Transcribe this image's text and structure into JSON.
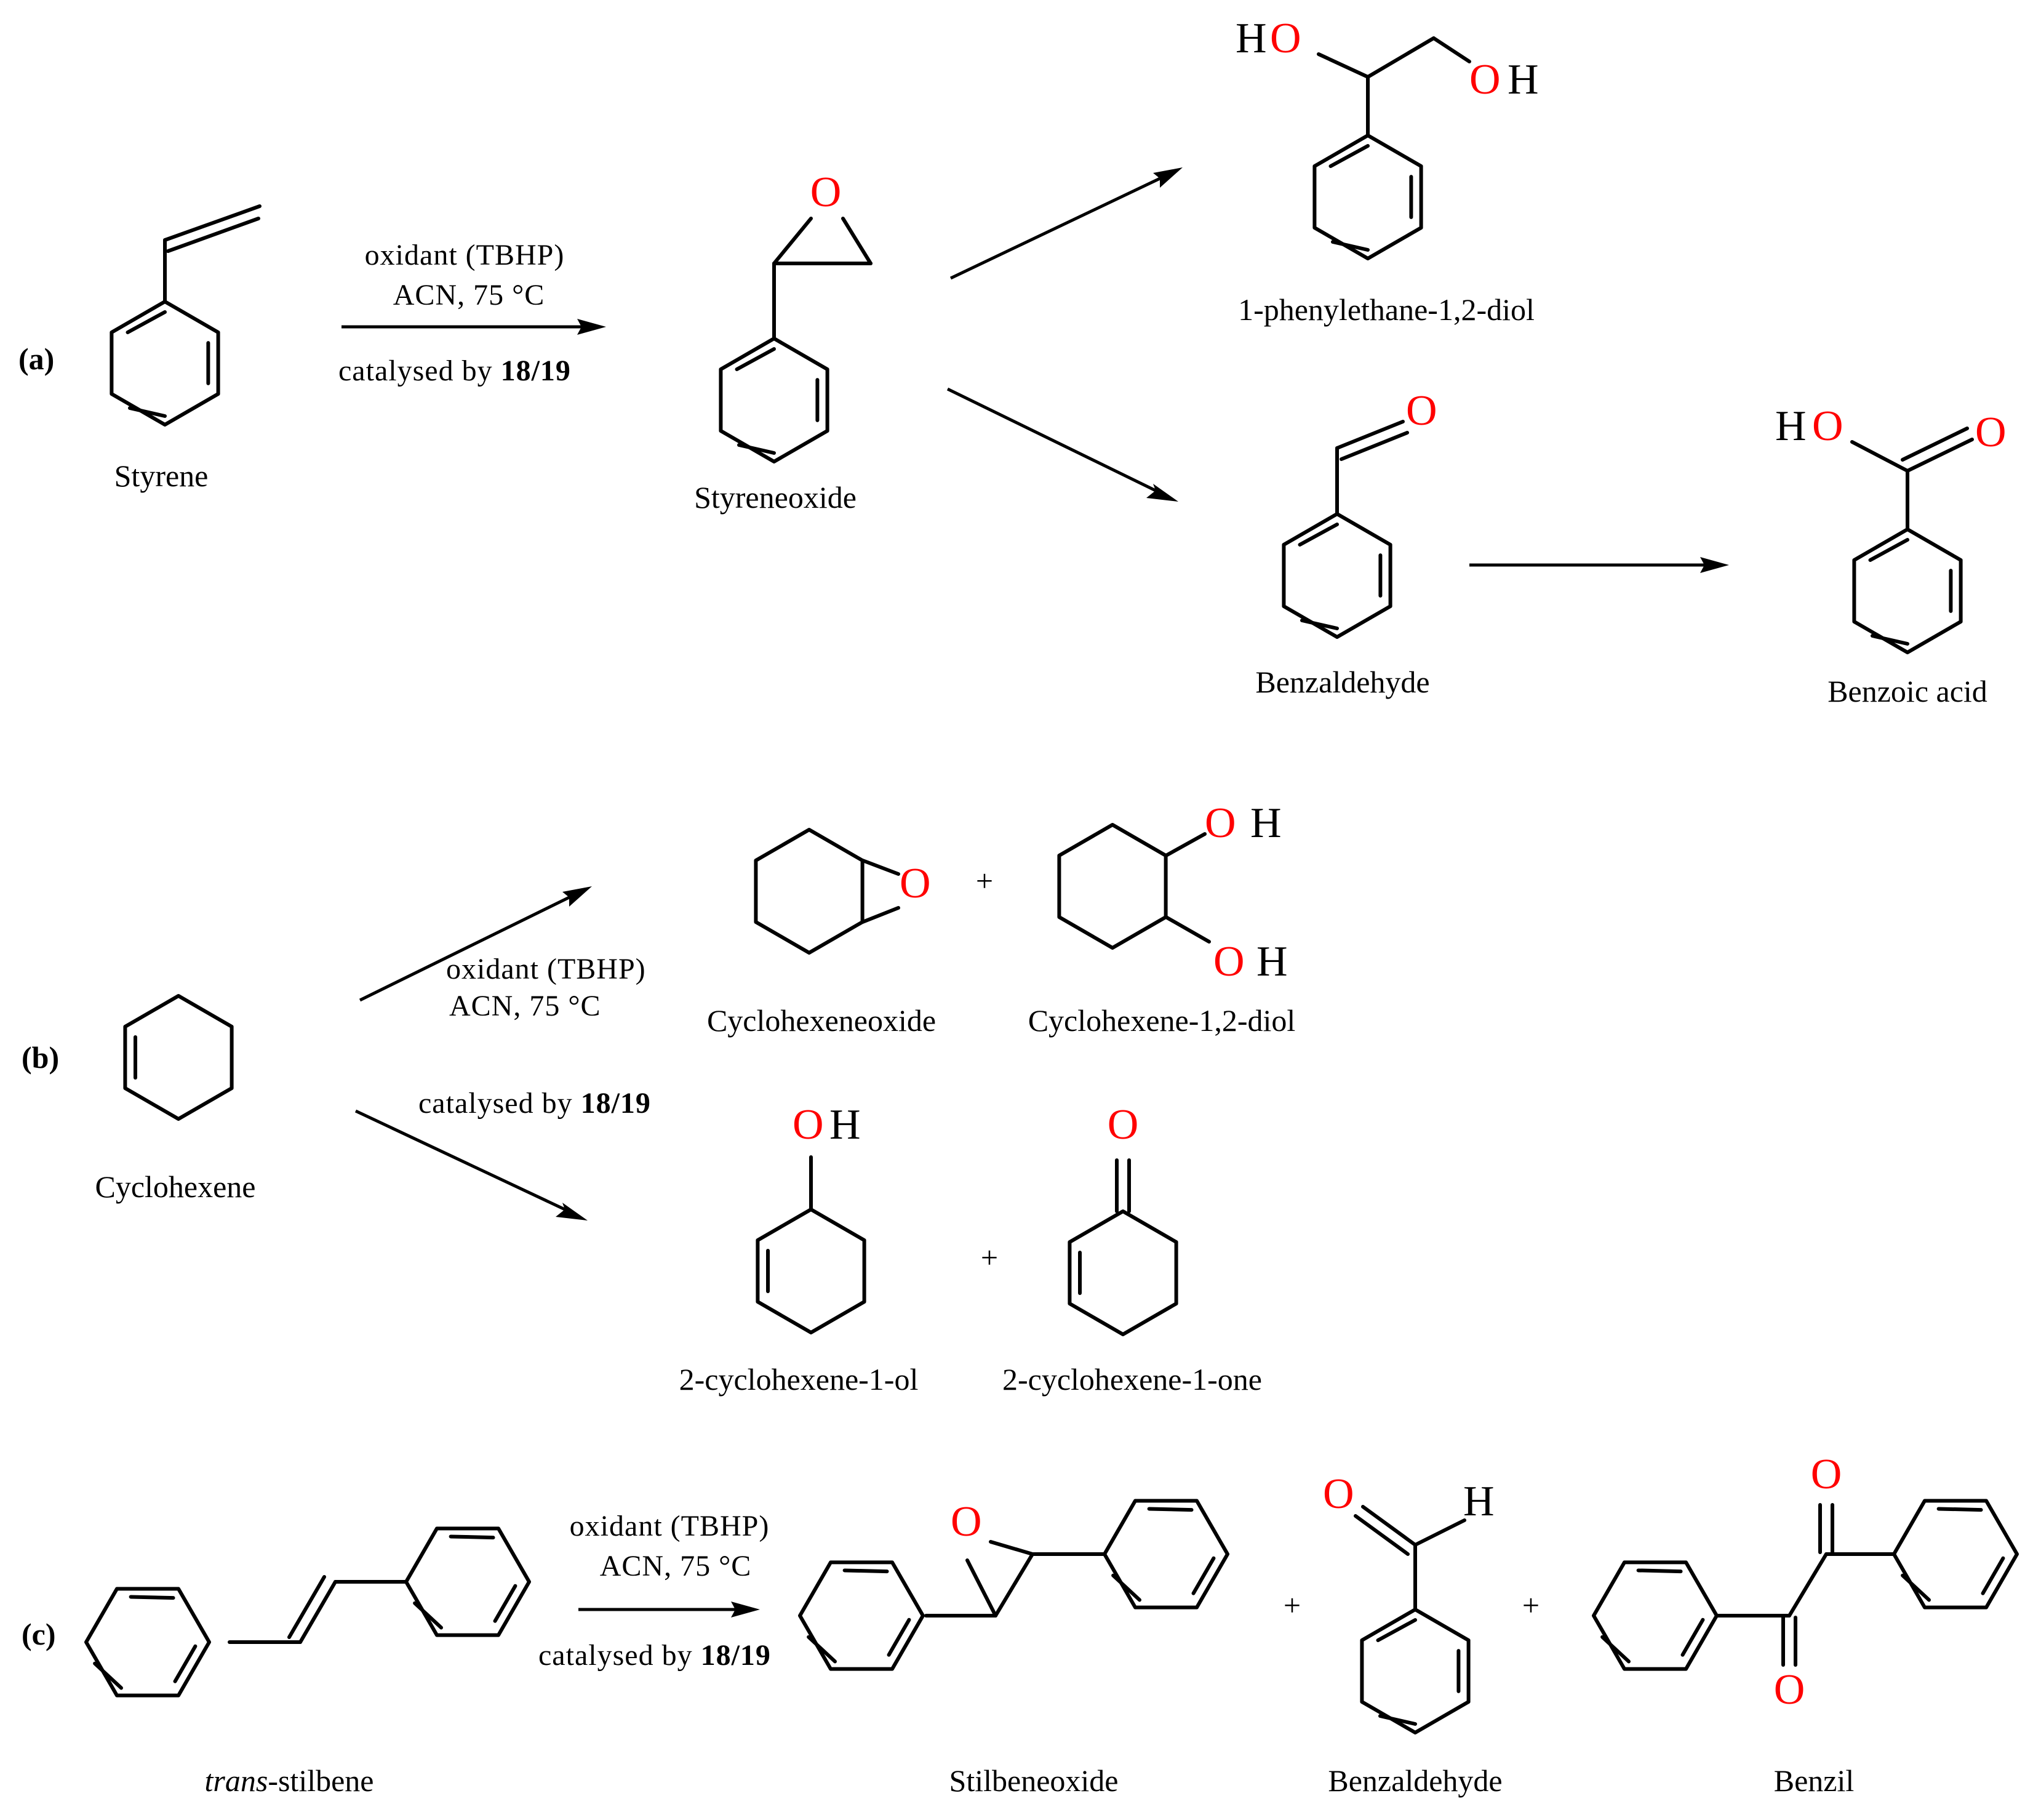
{
  "colors": {
    "bond": "#000000",
    "oxygen": "#ff0000",
    "text": "#000000"
  },
  "panels": {
    "a": "(a)",
    "b": "(b)",
    "c": "(c)"
  },
  "conditions": {
    "oxidant": "oxidant (TBHP)",
    "solvent": "ACN, 75 °C",
    "catalyst_prefix": "catalysed by ",
    "catalyst_id": "18/19"
  },
  "names": {
    "styrene": "Styrene",
    "styrene_oxide": "Styreneoxide",
    "phenylethanediol": "1-phenylethane-1,2-diol",
    "benzaldehyde": "Benzaldehyde",
    "benzoic_acid": "Benzoic acid",
    "cyclohexene": "Cyclohexene",
    "cyclohexene_oxide": "Cyclohexeneoxide",
    "cyclohexene_diol": "Cyclohexene-1,2-diol",
    "cyclohexenol": "2-cyclohexene-1-ol",
    "cyclohexenone": "2-cyclohexene-1-one",
    "stilbene_italic": "trans",
    "stilbene_rest": "-stilbene",
    "stilbene_oxide": "Stilbeneoxide",
    "benzaldehyde_c": "Benzaldehyde",
    "benzil": "Benzil"
  },
  "atoms": {
    "oxygen": "O",
    "hydrogen": "H"
  },
  "plus": "+"
}
